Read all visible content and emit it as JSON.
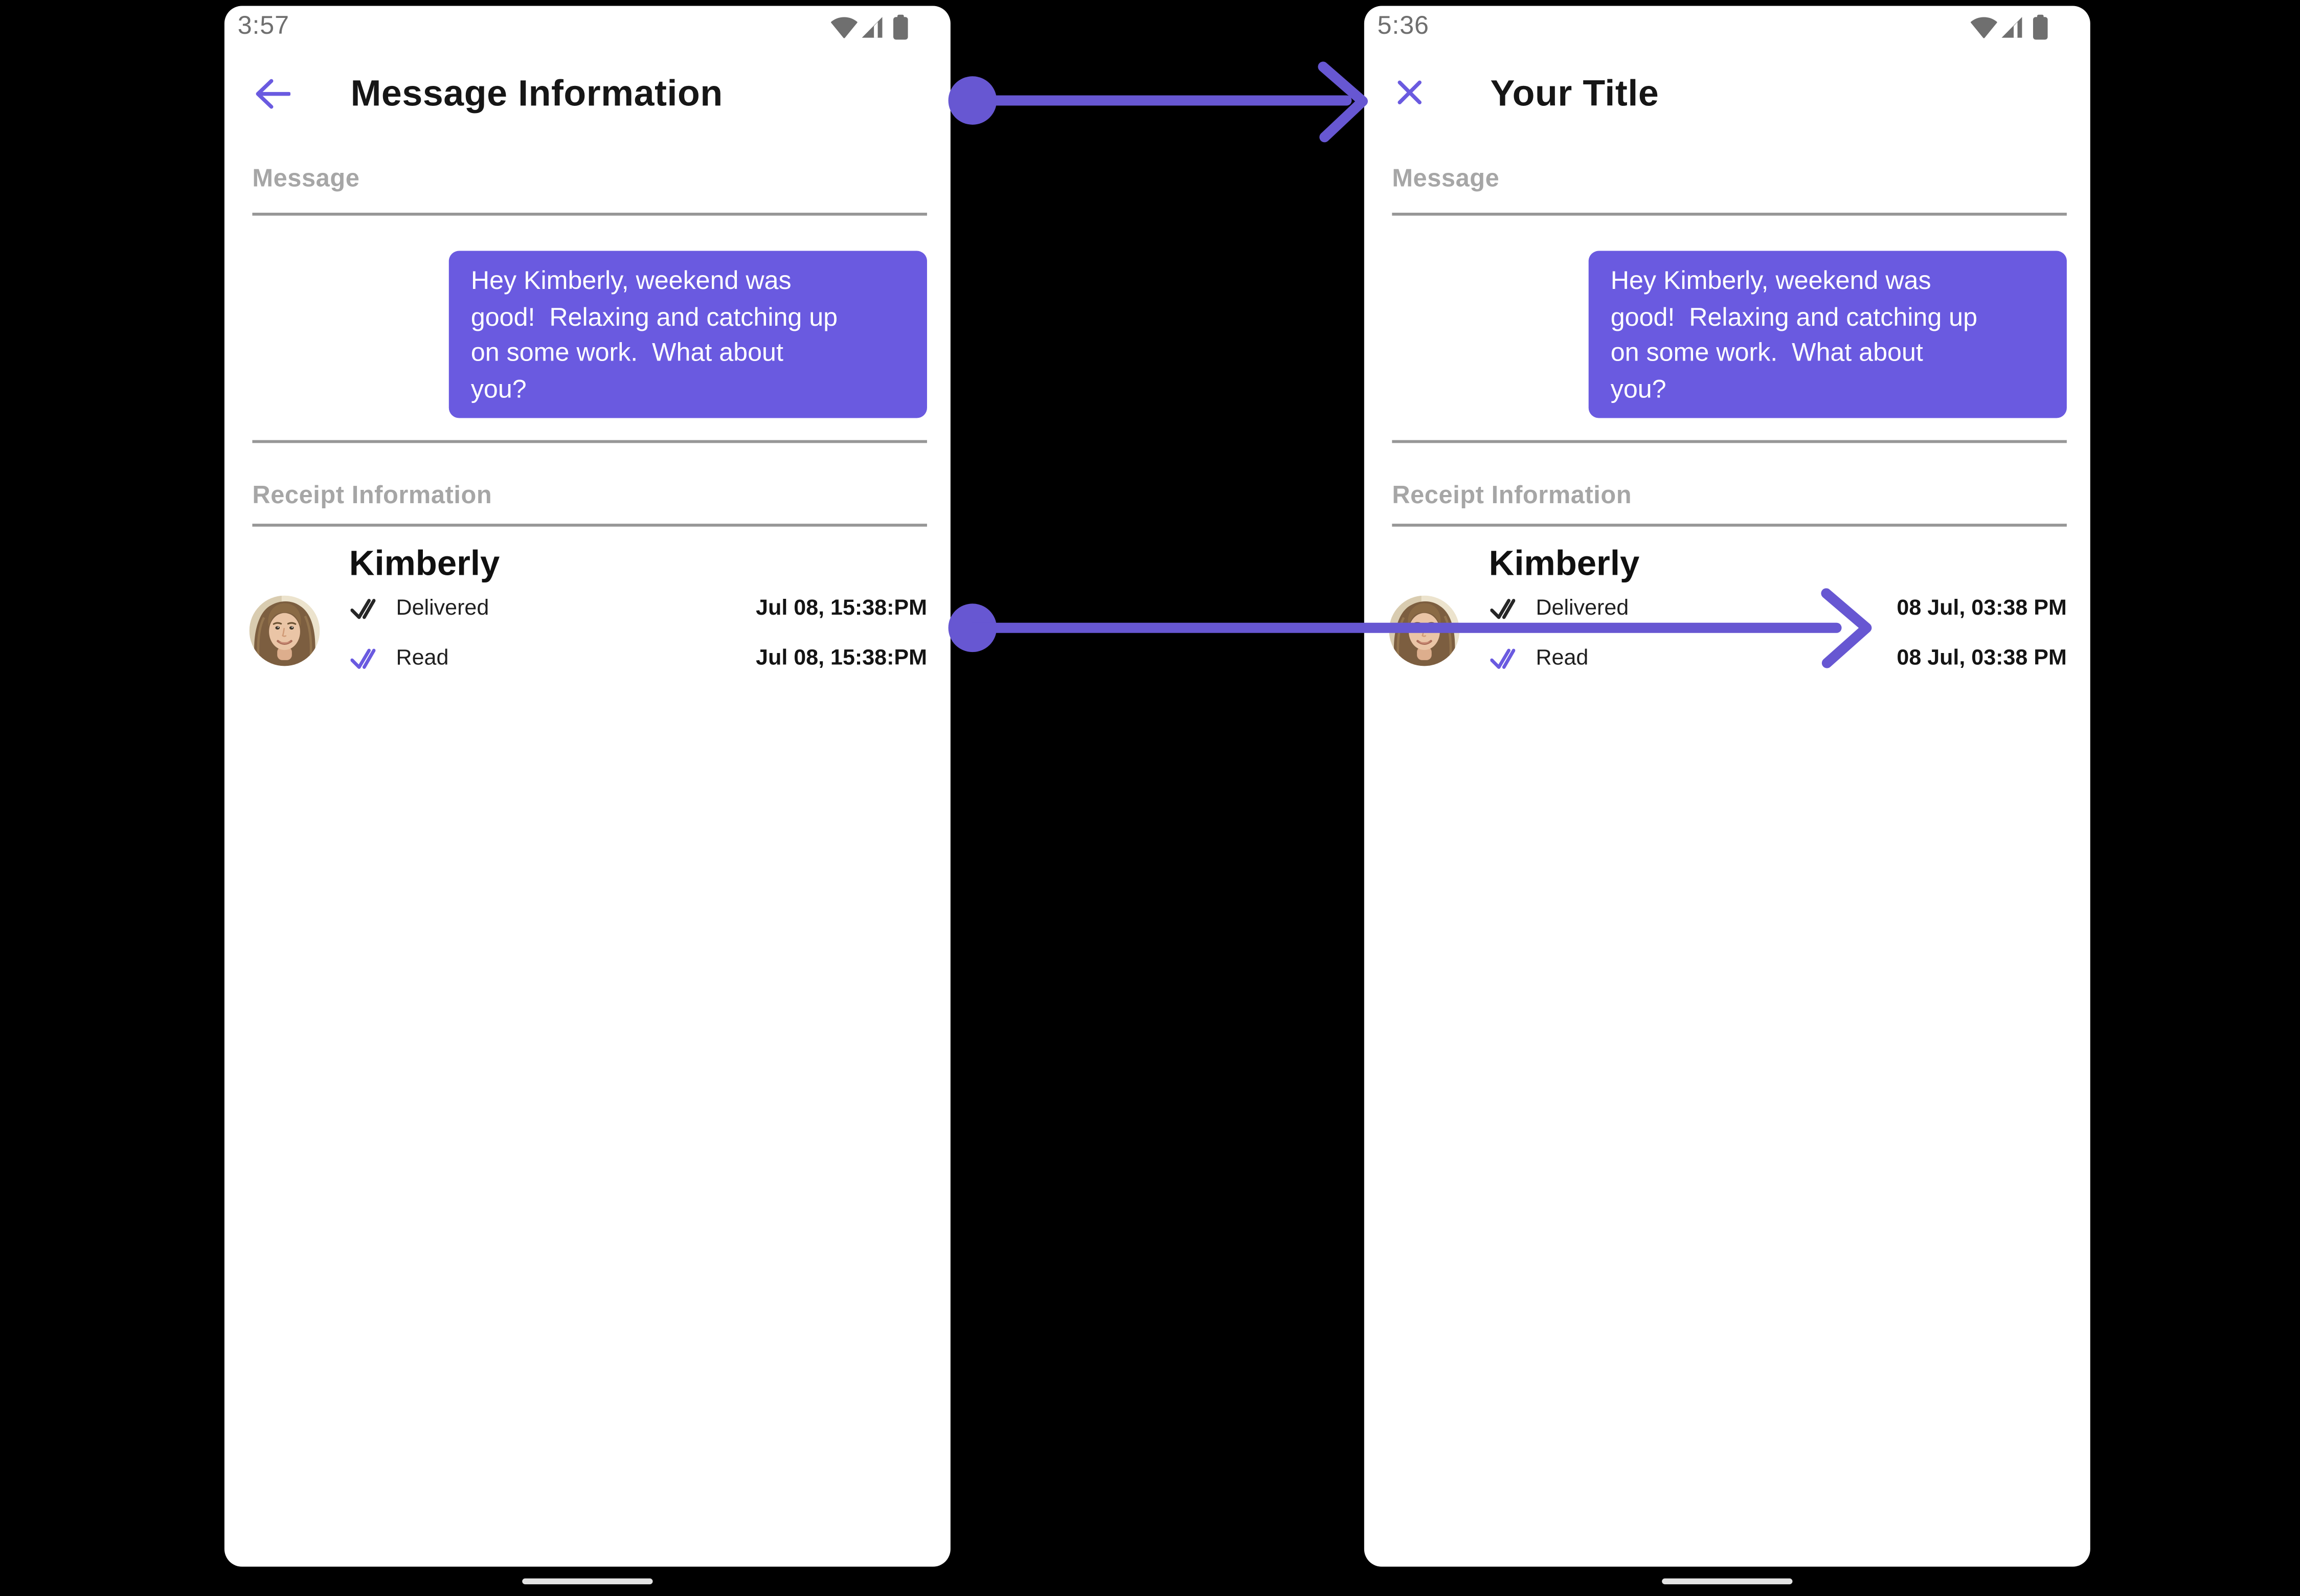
{
  "colors": {
    "page_bg": "#000000",
    "phone_bg": "#ffffff",
    "accent_purple": "#6a5ae0",
    "arrow_purple": "#6757d2",
    "bubble_purple": "#6a5ae0",
    "bubble_text": "#ffffff",
    "status_gray": "#6f6f6f",
    "label_gray": "#a6a6a6",
    "divider_gray": "#979797",
    "title_black": "#161616",
    "text_black": "#1f1f1f",
    "check_dark": "#262626",
    "home_pill_gray": "#e3e3e3"
  },
  "left_phone": {
    "status_bar": {
      "time": "3:57",
      "icons": [
        "wifi-icon",
        "cell-signal-icon",
        "battery-icon"
      ]
    },
    "header": {
      "nav_icon": "back-arrow-icon",
      "title": "Message Information"
    },
    "message_section": {
      "label": "Message",
      "bubble_lines": [
        "Hey Kimberly, weekend was",
        "good!  Relaxing and catching up",
        "on some work.  What about",
        "you?"
      ]
    },
    "receipt_section": {
      "label": "Receipt Information",
      "contact_name": "Kimberly",
      "avatar": "woman-portrait-avatar",
      "rows": [
        {
          "icon": "double-check-icon",
          "status": "Delivered",
          "timestamp": "Jul 08, 15:38:PM"
        },
        {
          "icon": "double-check-icon",
          "status": "Read",
          "timestamp": "Jul 08, 15:38:PM"
        }
      ]
    }
  },
  "right_phone": {
    "status_bar": {
      "time": "5:36",
      "icons": [
        "wifi-icon",
        "cell-signal-icon",
        "battery-icon"
      ]
    },
    "header": {
      "nav_icon": "close-icon",
      "title": "Your Title"
    },
    "message_section": {
      "label": "Message",
      "bubble_lines": [
        "Hey Kimberly, weekend was",
        "good!  Relaxing and catching up",
        "on some work.  What about",
        "you?"
      ]
    },
    "receipt_section": {
      "label": "Receipt Information",
      "contact_name": "Kimberly",
      "avatar": "woman-portrait-avatar",
      "rows": [
        {
          "icon": "double-check-icon",
          "status": "Delivered",
          "timestamp": "08 Jul, 03:38 PM"
        },
        {
          "icon": "double-check-icon",
          "status": "Read",
          "timestamp": "08 Jul, 03:38 PM"
        }
      ]
    }
  },
  "annotations": {
    "arrows": [
      "header-title-mapping-arrow",
      "timestamp-format-mapping-arrow"
    ]
  }
}
